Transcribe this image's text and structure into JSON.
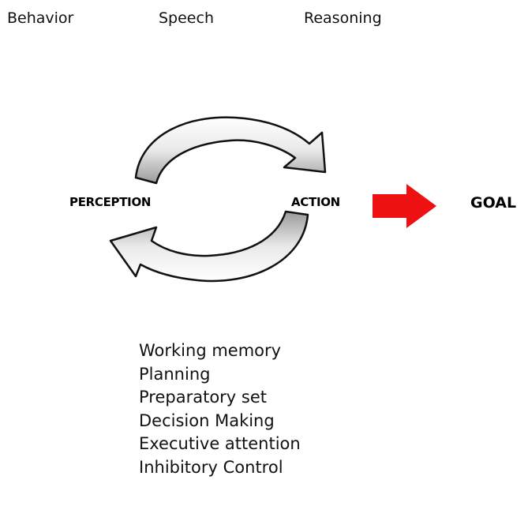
{
  "top_labels": [
    "Behavior",
    "Speech",
    "Reasoning"
  ],
  "cycle": {
    "left_label": "PERCEPTION",
    "right_label": "ACTION",
    "target_label": "GOAL"
  },
  "functions": [
    "Working memory",
    "Planning",
    "Preparatory set",
    "Decision Making",
    "Executive attention",
    "Inhibitory Control"
  ],
  "colors": {
    "goal_arrow": "#ee1111",
    "cycle_arrow_fill": "#e6e6e6",
    "cycle_arrow_outline": "#111111"
  }
}
